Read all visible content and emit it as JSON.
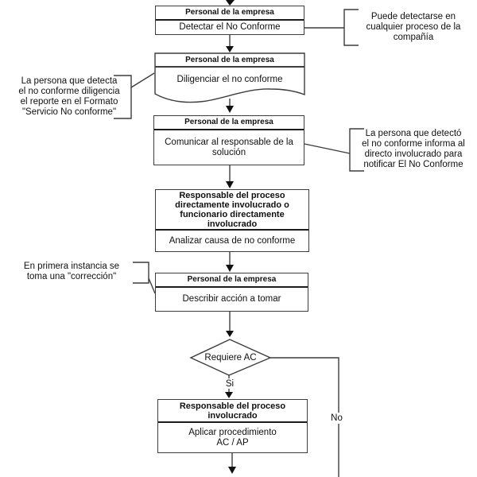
{
  "steps": {
    "detectar": {
      "role": "Personal de la empresa",
      "action": "Detectar el No Conforme"
    },
    "diligenciar": {
      "role": "Personal de la empresa",
      "action": "Diligenciar el no conforme"
    },
    "comunicar": {
      "role": "Personal de la empresa",
      "action": "Comunicar al responsable de la\nsolución"
    },
    "analizar": {
      "role": "Responsable del proceso\ndirectamente involucrado o\nfuncionario directamente\ninvolucrado",
      "action": "Analizar causa de no conforme"
    },
    "describir": {
      "role": "Personal de la empresa",
      "action": "Describir acción a tomar"
    },
    "aplicar": {
      "role": "Responsable del proceso\ninvolucrado",
      "action": "Aplicar procedimiento\nAC / AP"
    }
  },
  "decision": {
    "question": "Requiere AC",
    "yes_label": "Si",
    "no_label": "No"
  },
  "notes": {
    "detectarse": "Puede detectarse en\ncualquier proceso de la\ncompañía",
    "formato": "La persona que detecta\nel no conforme diligencia\nel reporte en el Formato\n\"Servicio No conforme\"",
    "informa": "La persona que detectó\nel no conforme informa al\ndirecto involucrado para\nnotificar El No Conforme",
    "correccion": "En primera instancia se\ntoma una \"corrección\""
  },
  "colors": {
    "line": "#3d3d3d",
    "arrow": "#111111",
    "text": "#101010",
    "background": "#ffffff"
  }
}
